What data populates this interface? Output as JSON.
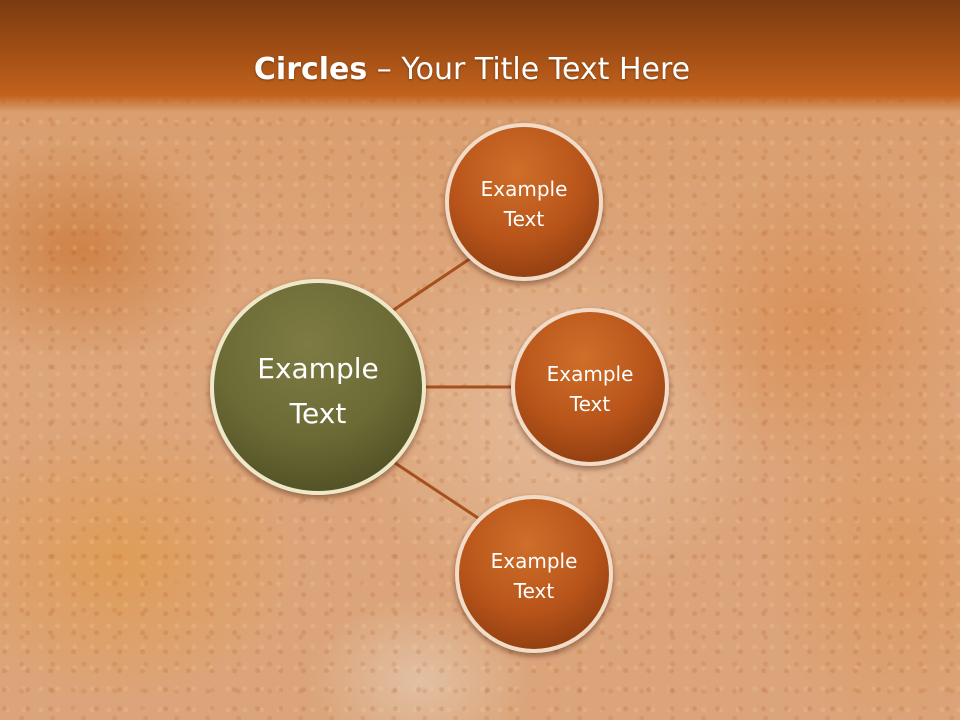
{
  "slide": {
    "title_bold": "Circles",
    "title_rest": " – Your Title Text Here"
  },
  "diagram": {
    "center": {
      "line1": "Example",
      "line2": "Text"
    },
    "nodes": [
      {
        "line1": "Example",
        "line2": "Text"
      },
      {
        "line1": "Example",
        "line2": "Text"
      },
      {
        "line1": "Example",
        "line2": "Text"
      }
    ]
  },
  "colors": {
    "header": "#a14e15",
    "node": "#b8541a",
    "center": "#6b6a35",
    "connector": "#a5501d"
  }
}
